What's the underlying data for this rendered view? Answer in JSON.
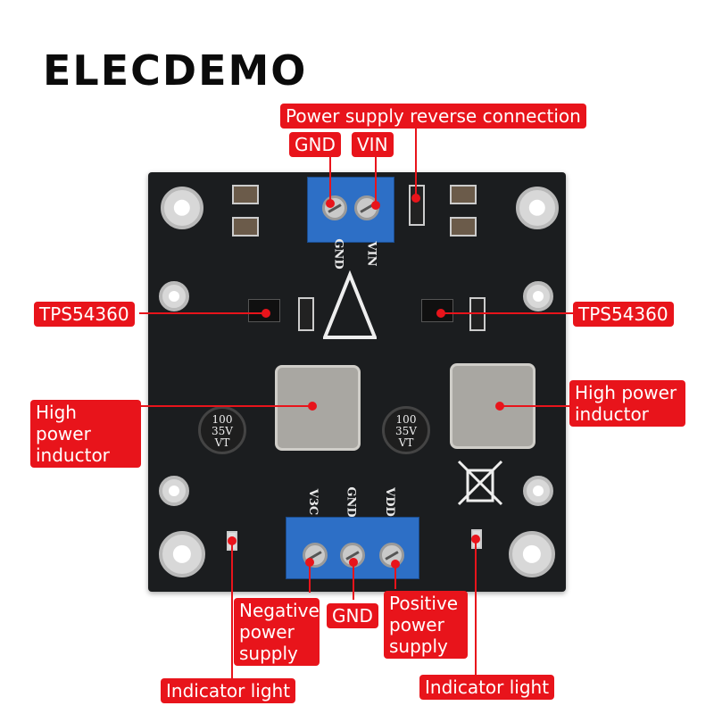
{
  "brand": "ELECDEMO",
  "board_silk": {
    "gnd_top": "GND",
    "vin_top": "VIN",
    "v3c": "V3C",
    "gnd_bottom": "GND",
    "vdd": "VDD",
    "cap_value": "100",
    "cap_voltage": "35V",
    "cap_series": "VT"
  },
  "callouts": {
    "reverse": "Power supply reverse connection",
    "gnd_top": "GND",
    "vin": "VIN",
    "tps_left": "TPS54360",
    "tps_right": "TPS54360",
    "inductor_left": "High power inductor",
    "inductor_right": "High power inductor",
    "neg_supply": "Negative power supply",
    "gnd_bottom": "GND",
    "pos_supply": "Positive power supply",
    "indicator_left": "Indicator light",
    "indicator_right": "Indicator light"
  },
  "colors": {
    "callout_bg": "#e8141b",
    "board": "#1b1d1f",
    "terminal": "#2d6fc6"
  }
}
